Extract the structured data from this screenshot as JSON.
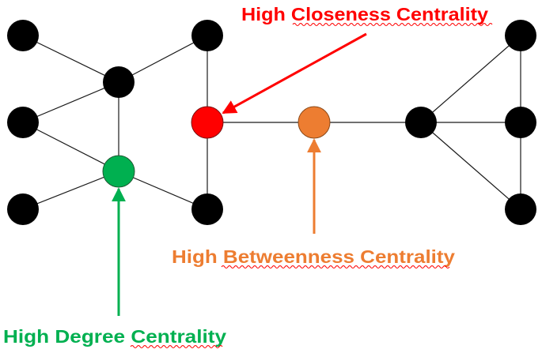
{
  "colors": {
    "background": "#ffffff",
    "regular_node": "#000000",
    "edge": "#1a1a1a",
    "closeness": "#ff0000",
    "betweenness": "#ed7d31",
    "degree": "#00b050",
    "spellcheck_underline": "#ff0000"
  },
  "labels": {
    "closeness": "High Closeness Centrality",
    "betweenness": "High Betweenness Centrality",
    "degree": "High Degree Centrality"
  }
}
